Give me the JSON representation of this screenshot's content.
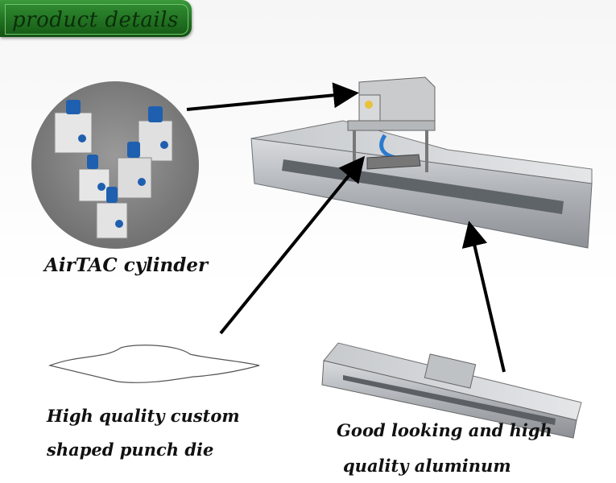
{
  "header": {
    "title": "product details"
  },
  "captions": {
    "cylinder": "AirTAC cylinder",
    "punch_die_line1": "High quality custom",
    "punch_die_line2": "shaped punch die",
    "aluminum_line1": "Good looking and high",
    "aluminum_line2": "quality aluminum"
  },
  "colors": {
    "header_green": "#1e6e1e",
    "cylinder_blue": "#1f5fb0",
    "aluminum": "#b9bcc0"
  }
}
